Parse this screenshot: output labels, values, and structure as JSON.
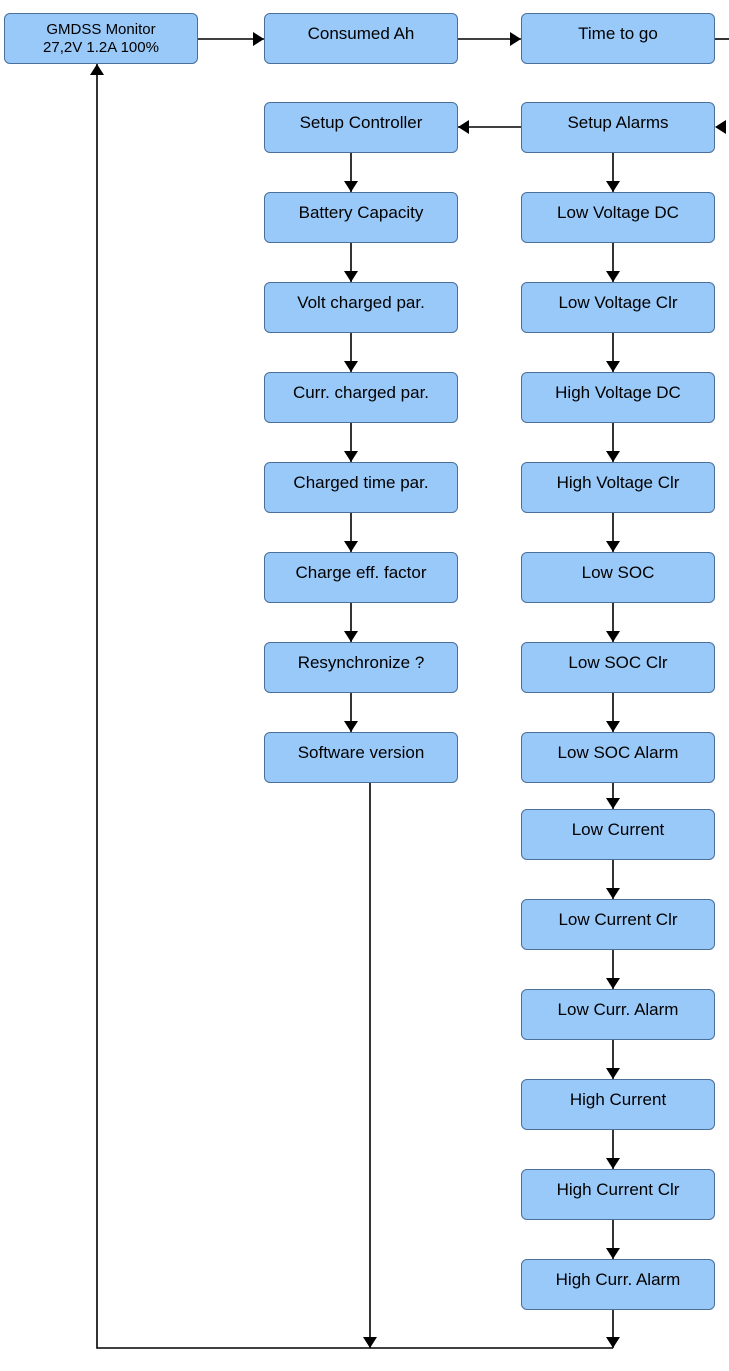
{
  "nodes": {
    "gmdss_monitor": {
      "title": "GMDSS Monitor",
      "readout": "27,2V 1.2A  100%"
    },
    "consumed_ah": "Consumed Ah",
    "time_to_go": "Time to go",
    "setup_controller": "Setup Controller",
    "setup_alarms": "Setup Alarms",
    "controller_items": [
      "Battery Capacity",
      "Volt charged par.",
      "Curr. charged par.",
      "Charged time par.",
      "Charge eff. factor",
      "Resynchronize ?",
      "Software version"
    ],
    "alarm_items": [
      "Low Voltage DC",
      "Low Voltage Clr",
      "High Voltage DC",
      "High Voltage Clr",
      "Low SOC",
      "Low SOC Clr",
      "Low SOC Alarm",
      "Low Current",
      "Low Current Clr",
      "Low Curr. Alarm",
      "High Current",
      "High Current Clr",
      "High Curr. Alarm"
    ]
  },
  "colors": {
    "box_fill": "#99c9f9",
    "box_border": "#4a6f99",
    "connector": "#000000"
  }
}
